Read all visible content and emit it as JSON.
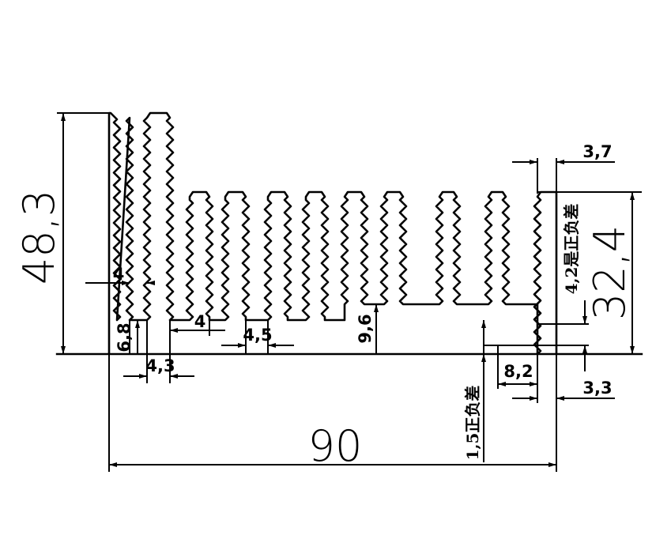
{
  "dimensions": {
    "overall_height": "48,3",
    "overall_width": "90",
    "right_block_height": "32,4",
    "fin_gap_left": "4",
    "fin_gap_mid": "4",
    "fin_gap_45": "4,5",
    "base_step": "6,8",
    "fin_thickness": "4,3",
    "base_height": "9,6",
    "top_right_width": "3,7",
    "right_wall": "3,3",
    "right_gap": "8,2"
  },
  "tolerances": {
    "right_vertical": "4,2是正负差",
    "base_vertical": "1,5正负差"
  }
}
